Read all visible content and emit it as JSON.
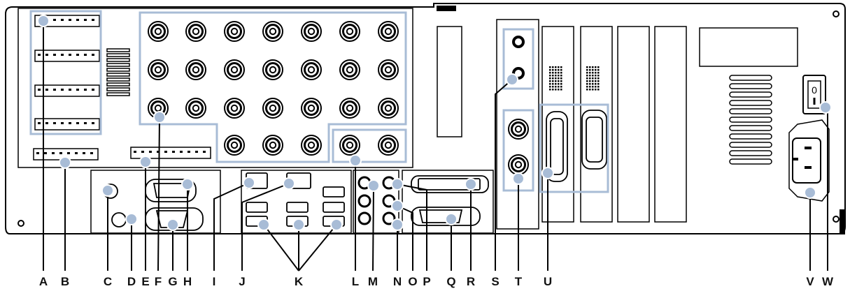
{
  "figure": {
    "title": "",
    "type": "rear panel connector diagram",
    "colors": {
      "line": "#000000",
      "callout": "#a8bcd6",
      "dot_outline": "#ffffff",
      "background": "#ffffff"
    }
  },
  "switch": {
    "text": "0"
  },
  "callouts": [
    {
      "id": "A",
      "text": "A"
    },
    {
      "id": "B",
      "text": "B"
    },
    {
      "id": "C",
      "text": "C"
    },
    {
      "id": "D",
      "text": "D"
    },
    {
      "id": "E",
      "text": "E"
    },
    {
      "id": "F",
      "text": "F"
    },
    {
      "id": "G",
      "text": "G"
    },
    {
      "id": "H",
      "text": "H"
    },
    {
      "id": "I",
      "text": "I"
    },
    {
      "id": "J",
      "text": "J"
    },
    {
      "id": "K",
      "text": "K"
    },
    {
      "id": "L",
      "text": "L"
    },
    {
      "id": "M",
      "text": "M"
    },
    {
      "id": "N",
      "text": "N"
    },
    {
      "id": "O",
      "text": "O"
    },
    {
      "id": "P",
      "text": "P"
    },
    {
      "id": "Q",
      "text": "Q"
    },
    {
      "id": "R",
      "text": "R"
    },
    {
      "id": "S",
      "text": "S"
    },
    {
      "id": "T",
      "text": "T"
    },
    {
      "id": "U",
      "text": "U"
    },
    {
      "id": "V",
      "text": "V"
    },
    {
      "id": "W",
      "text": "W"
    }
  ]
}
